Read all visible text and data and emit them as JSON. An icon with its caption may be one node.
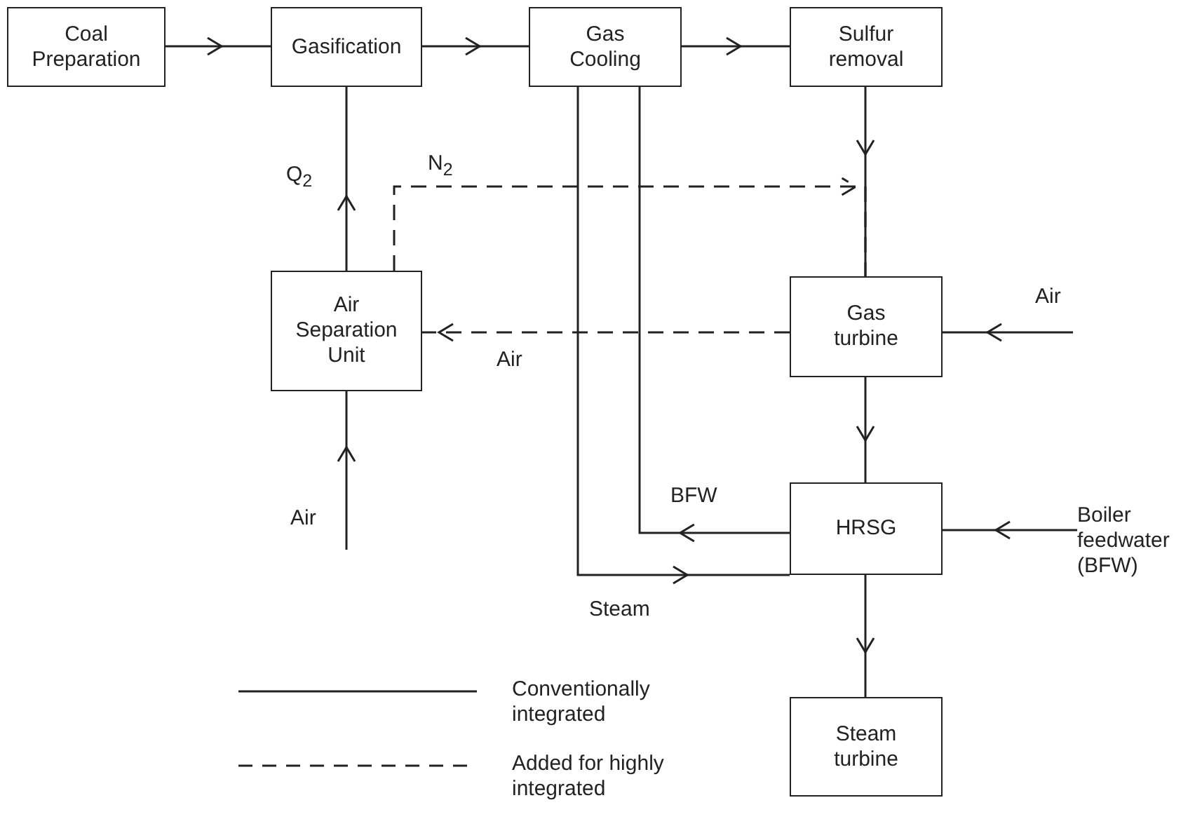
{
  "diagram": {
    "nodes": [
      {
        "text": [
          "Coal Preparation"
        ]
      },
      {
        "text": [
          "Gasification"
        ]
      },
      {
        "text": [
          "Gas Cooling"
        ]
      },
      {
        "text": [
          "Sulfur removal"
        ]
      },
      {
        "text": [
          "Air Separation Unit"
        ]
      },
      {
        "text": [
          "Gas turbine"
        ]
      },
      {
        "text": [
          "HRSG"
        ]
      },
      {
        "text": [
          "Steam turbine"
        ]
      },
      {
        "text": [
          "Boiler feedwater (BFW)"
        ]
      }
    ],
    "edges": [
      {
        "from": 0,
        "to": 1,
        "arrow": "to"
      },
      {
        "from": 1,
        "to": 2,
        "arrow": "to"
      },
      {
        "from": 2,
        "to": 3,
        "arrow": "to"
      },
      {
        "from": 3,
        "to": 5,
        "arrow": "to"
      },
      {
        "from": 4,
        "to": 1,
        "arrow": "to",
        "label": "Q$_{2}$"
      },
      {
        "from": 4,
        "to": 5,
        "arrow": "to",
        "label": "N$_{2}$",
        "style": "dashed"
      },
      {
        "from": 5,
        "to": 4,
        "arrow": "to",
        "label": "Air",
        "style": "dashed"
      },
      {
        "from": null,
        "to": 5,
        "arrow": "to",
        "label": "Air"
      },
      {
        "from": null,
        "to": 4,
        "arrow": "to",
        "label": "Air"
      },
      {
        "from": 5,
        "to": 6,
        "arrow": "to"
      },
      {
        "from": 6,
        "to": 7,
        "arrow": "to"
      },
      {
        "from": 8,
        "to": 6,
        "arrow": "to"
      },
      {
        "from": 6,
        "to": 2,
        "arrow": "to",
        "label": "BFW"
      },
      {
        "from": 2,
        "to": 6,
        "arrow": "to",
        "label": "Steam"
      }
    ],
    "legend": [
      {
        "text": "Conventionally integrated"
      },
      {
        "text": "Added for highly integrated"
      }
    ]
  }
}
